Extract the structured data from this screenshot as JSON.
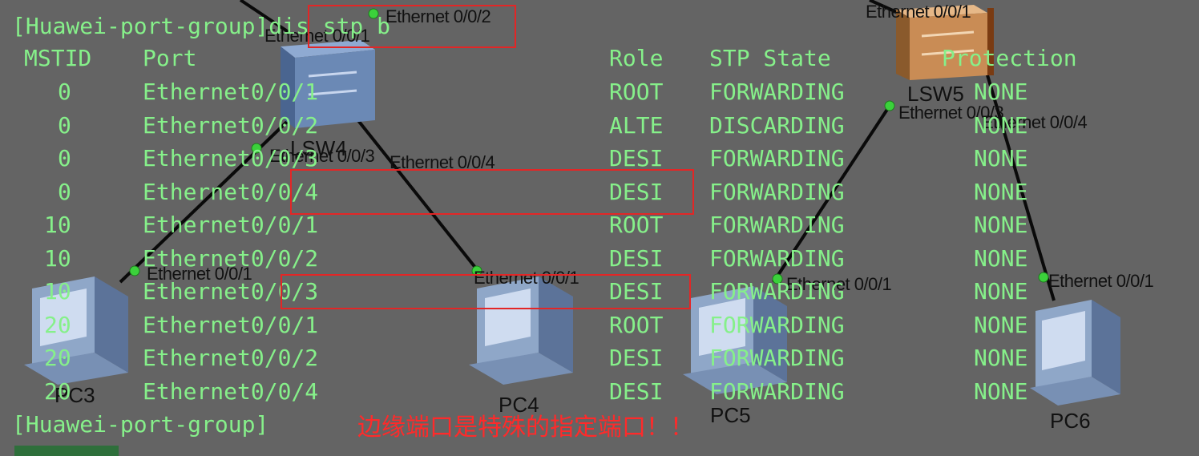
{
  "topology": {
    "devices": [
      {
        "id": "LSW4",
        "label": "LSW4"
      },
      {
        "id": "LSW5",
        "label": "LSW5"
      },
      {
        "id": "PC3",
        "label": "PC3"
      },
      {
        "id": "PC4",
        "label": "PC4"
      },
      {
        "id": "PC5",
        "label": "PC5"
      },
      {
        "id": "PC6",
        "label": "PC6"
      }
    ],
    "port_labels": [
      "Ethernet 0/0/2",
      "Ethernet 0/0/1",
      "Ethernet 0/0/1",
      "Ethernet 0/0/3",
      "Ethernet 0/0/4",
      "Ethernet 0/0/3",
      "Ethernet 0/0/4",
      "Ethernet 0/0/1",
      "Ethernet 0/0/1",
      "Ethernet 0/0/1",
      "Ethernet 0/0/1"
    ],
    "colors": {
      "switch_lsw4": "#6b89b5",
      "switch_lsw5": "#c98c55",
      "port_dot": "#3bd13b",
      "link": "#0a0a0a"
    }
  },
  "terminal": {
    "command_line": "[Huawei-port-group]dis stp b",
    "headers": [
      "MSTID",
      "Port",
      "Role",
      "STP State",
      "Protection"
    ],
    "rows": [
      {
        "mstid": "0",
        "port": "Ethernet0/0/1",
        "role": "ROOT",
        "state": "FORWARDING",
        "protection": "NONE"
      },
      {
        "mstid": "0",
        "port": "Ethernet0/0/2",
        "role": "ALTE",
        "state": "DISCARDING",
        "protection": "NONE"
      },
      {
        "mstid": "0",
        "port": "Ethernet0/0/3",
        "role": "DESI",
        "state": "FORWARDING",
        "protection": "NONE"
      },
      {
        "mstid": "0",
        "port": "Ethernet0/0/4",
        "role": "DESI",
        "state": "FORWARDING",
        "protection": "NONE"
      },
      {
        "mstid": "10",
        "port": "Ethernet0/0/1",
        "role": "ROOT",
        "state": "FORWARDING",
        "protection": "NONE"
      },
      {
        "mstid": "10",
        "port": "Ethernet0/0/2",
        "role": "DESI",
        "state": "FORWARDING",
        "protection": "NONE"
      },
      {
        "mstid": "10",
        "port": "Ethernet0/0/3",
        "role": "DESI",
        "state": "FORWARDING",
        "protection": "NONE"
      },
      {
        "mstid": "20",
        "port": "Ethernet0/0/1",
        "role": "ROOT",
        "state": "FORWARDING",
        "protection": "NONE"
      },
      {
        "mstid": "20",
        "port": "Ethernet0/0/2",
        "role": "DESI",
        "state": "FORWARDING",
        "protection": "NONE"
      },
      {
        "mstid": "20",
        "port": "Ethernet0/0/4",
        "role": "DESI",
        "state": "FORWARDING",
        "protection": "NONE"
      }
    ],
    "prompt_line": "[Huawei-port-group]",
    "text_color": "#86f08a",
    "background_color": "#646464"
  },
  "annotation": {
    "text": "边缘端口是特殊的指定端口！！",
    "color": "#ff2a2a"
  }
}
